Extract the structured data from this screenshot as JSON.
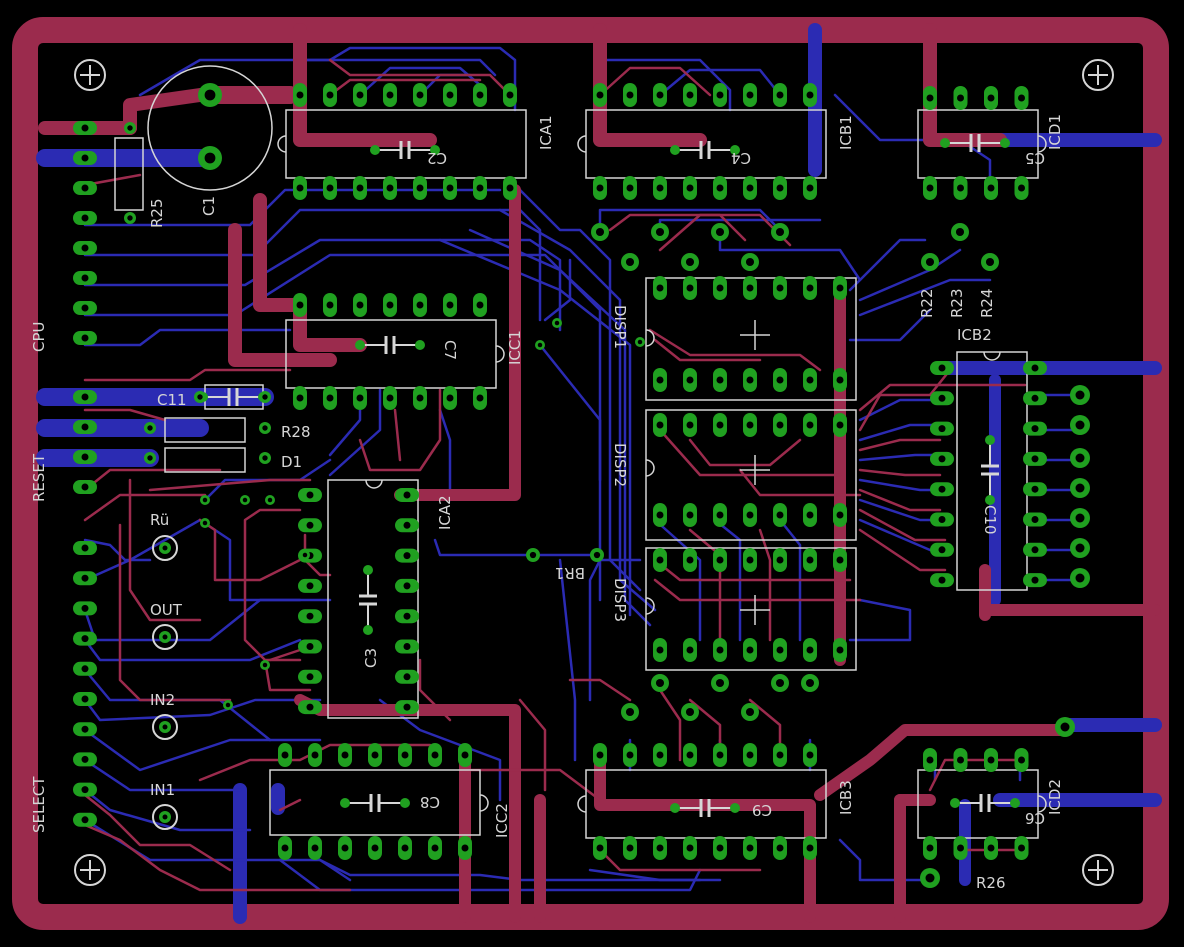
{
  "board": {
    "colors": {
      "background": "#000000",
      "outline": "#9b2b4d",
      "top_copper": "#9b2b4d",
      "bottom_copper": "#2b2bb3",
      "pad": "#20a020",
      "silkscreen": "#d6d6d6"
    },
    "labels": {
      "r25": "R25",
      "c1": "C1",
      "ica1": "ICA1",
      "c2": "C2",
      "icb1": "ICB1",
      "c4": "C4",
      "icd1": "ICD1",
      "c5": "C5",
      "r22": "R22",
      "r23": "R23",
      "r24": "R24",
      "icb2": "ICB2",
      "c10": "C10",
      "icc1": "ICC1",
      "c7": "C7",
      "disp1": "DISP1",
      "disp2": "DISP2",
      "disp3": "DISP3",
      "c11": "C11",
      "r28": "R28",
      "d1": "D1",
      "ica2": "ICA2",
      "c3": "C3",
      "br1": "BR1",
      "ru": "Rü",
      "out": "OUT",
      "in2": "IN2",
      "in1": "IN1",
      "cpu": "CPU",
      "reset": "RESET",
      "select": "SELECT",
      "icc2": "ICC2",
      "c8": "C8",
      "icb3": "ICB3",
      "c9": "C9",
      "icd2": "ICD2",
      "c6": "C6",
      "r26": "R26"
    }
  }
}
